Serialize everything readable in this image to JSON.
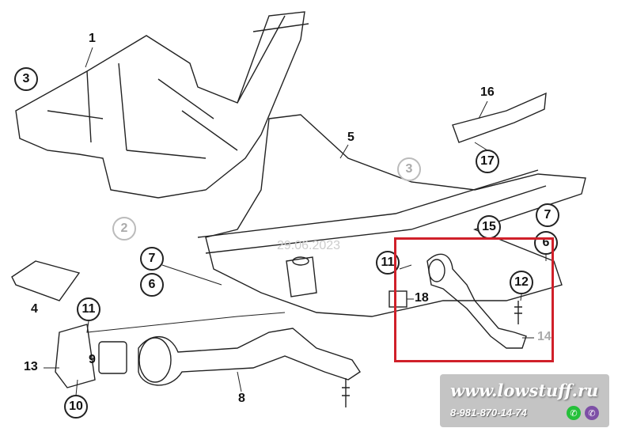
{
  "diagram": {
    "callouts": {
      "c1": "1",
      "c2": "2",
      "c3a": "3",
      "c3b": "3",
      "c4": "4",
      "c5": "5",
      "c6a": "6",
      "c6b": "6",
      "c7a": "7",
      "c7b": "7",
      "c8": "8",
      "c9": "9",
      "c10": "10",
      "c11a": "11",
      "c11b": "11",
      "c12": "12",
      "c13": "13",
      "c14": "14",
      "c15": "15",
      "c16": "16",
      "c17": "17",
      "c18": "18"
    },
    "watermark_date": "29.06.2023",
    "highlight_color": "#d0202a"
  },
  "logo": {
    "site": "www.lowstuff.ru",
    "phone": "8-981-870-14-74",
    "whatsapp_icon": "whatsapp-icon",
    "viber_icon": "viber-icon",
    "whatsapp_color": "#25c03a",
    "viber_color": "#7d4fa6"
  }
}
